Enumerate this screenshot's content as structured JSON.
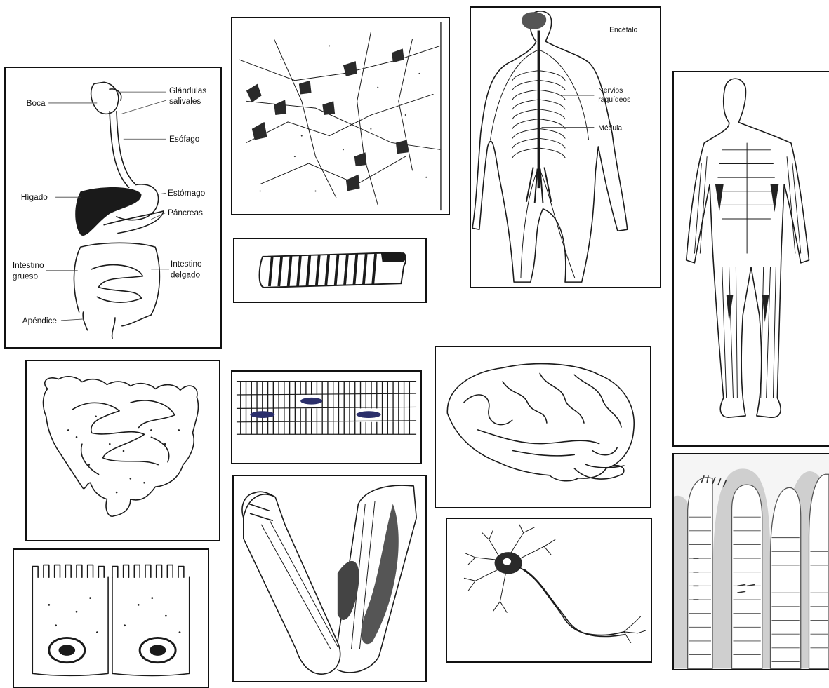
{
  "digestive": {
    "labels": {
      "boca": "Boca",
      "glandulas_1": "Glándulas",
      "glandulas_2": "salivales",
      "esofago": "Esófago",
      "higado": "Hígado",
      "estomago": "Estómago",
      "pancreas": "Páncreas",
      "intestino_grueso_1": "Intestino",
      "intestino_grueso_2": "grueso",
      "intestino_delgado_1": "Intestino",
      "intestino_delgado_2": "delgado",
      "apendice": "Apéndice"
    }
  },
  "nervous": {
    "labels": {
      "encefalo": "Encéfalo",
      "nervios_1": "Nervios",
      "nervios_2": "raquídeos",
      "medula": "Médula"
    }
  },
  "colors": {
    "ink": "#1a1a1a",
    "border": "#111111",
    "villi_gray": "#cfcfcf"
  }
}
